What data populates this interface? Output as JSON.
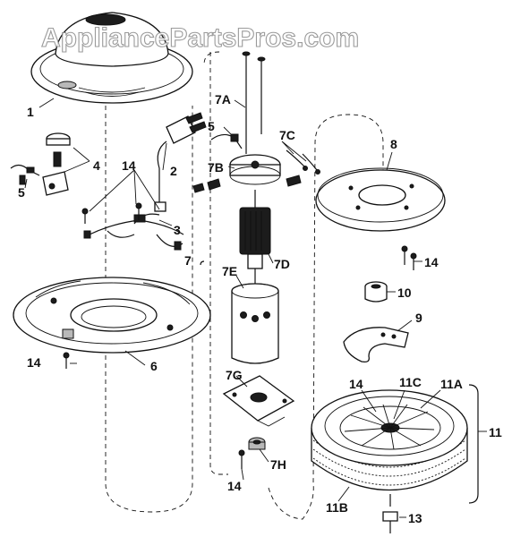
{
  "watermark": "AppliancePartsPros.com",
  "labels": {
    "p1": "1",
    "p2": "2",
    "p3": "3",
    "p4": "4",
    "p5a": "5",
    "p5b": "5",
    "p6": "6",
    "p7": "7",
    "p7a": "7A",
    "p7b": "7B",
    "p7c": "7C",
    "p7d": "7D",
    "p7e": "7E",
    "p7g": "7G",
    "p7h": "7H",
    "p8": "8",
    "p9": "9",
    "p10": "10",
    "p11": "11",
    "p11a": "11A",
    "p11b": "11B",
    "p11c": "11C",
    "p13": "13",
    "p14a": "14",
    "p14b": "14",
    "p14c": "14",
    "p14d": "14",
    "p14e": "14"
  }
}
